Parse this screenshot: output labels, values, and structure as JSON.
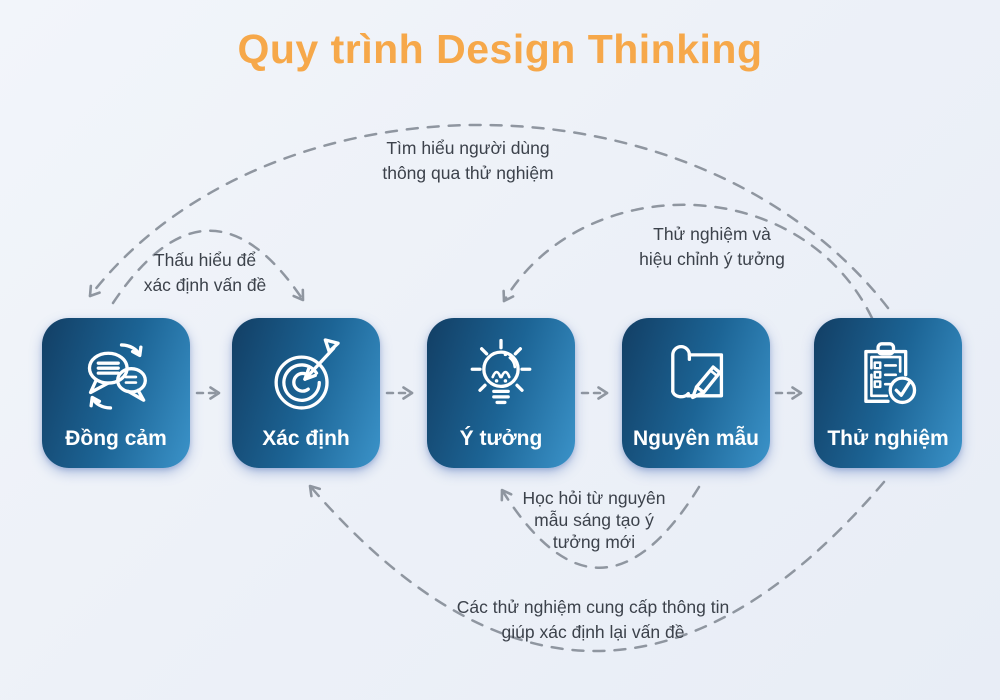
{
  "title": "Quy trình Design Thinking",
  "stages": [
    {
      "label": "Đồng cảm",
      "icon": "chat-sync-icon"
    },
    {
      "label": "Xác định",
      "icon": "target-dart-icon"
    },
    {
      "label": "Ý tưởng",
      "icon": "lightbulb-icon"
    },
    {
      "label": "Nguyên mẫu",
      "icon": "blueprint-pencil-icon"
    },
    {
      "label": "Thử nghiệm",
      "icon": "clipboard-check-icon"
    }
  ],
  "annotations": {
    "top": {
      "lines": [
        "Tìm hiểu người dùng",
        "thông qua thử nghiệm"
      ]
    },
    "left": {
      "lines": [
        "Thấu hiểu để",
        "xác định vấn đề"
      ]
    },
    "right": {
      "lines": [
        "Thử nghiệm và",
        "hiệu chỉnh ý tưởng"
      ]
    },
    "bottom_mid": {
      "lines": [
        "Học hỏi từ nguyên",
        "mẫu sáng tạo ý",
        "tưởng mới"
      ]
    },
    "bottom": {
      "lines": [
        "Các thử nghiệm cung cấp thông tin",
        "giúp xác định lại vấn đề"
      ]
    }
  },
  "colors": {
    "title": "#F6A84A",
    "box_gradient_start": "#123E64",
    "box_gradient_end": "#3B93C9",
    "connector": "#8F96A0",
    "annotation_text": "#3C424B",
    "background": "#EDF1F8"
  }
}
